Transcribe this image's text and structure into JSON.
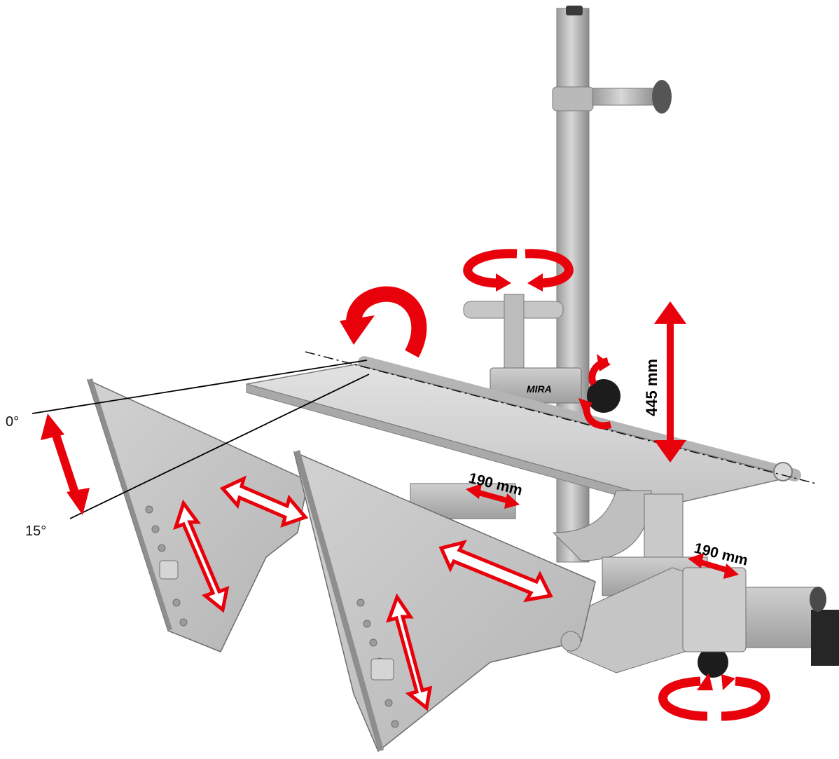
{
  "labels": {
    "angle_0": "0°",
    "angle_15": "15°",
    "height_445": "445 mm",
    "width_upper": "190 mm",
    "width_lower": "190 mm",
    "brand_mark": "MIRA"
  },
  "colors": {
    "arrow_red": "#e8000b",
    "metal_light": "#d9d9d9",
    "metal_mid": "#bdbdbd",
    "metal_dark": "#8f8f8f",
    "knob_black": "#1c1c1c",
    "background": "#ffffff"
  },
  "icons": [
    "rotate-arrow-icon",
    "double-arrow-icon",
    "hollow-double-arrow-icon",
    "curl-arrow-icon"
  ]
}
